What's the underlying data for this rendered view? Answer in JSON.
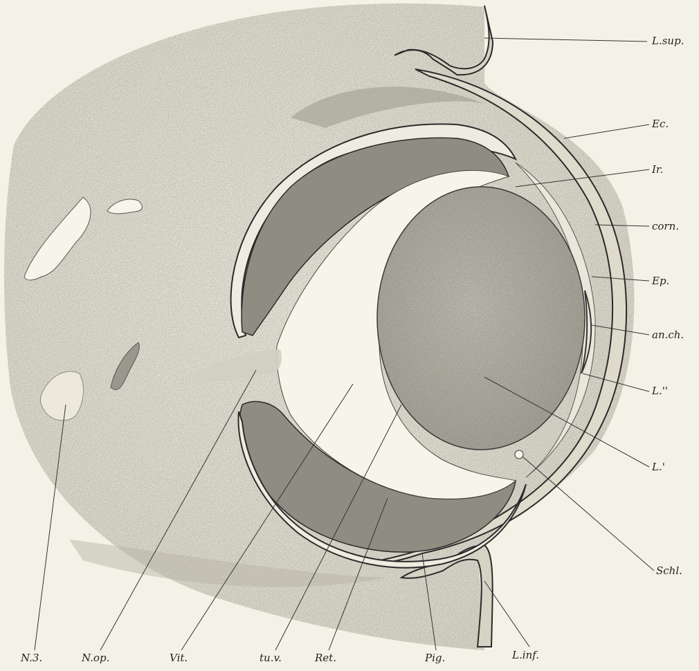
{
  "figure": {
    "labels": {
      "l_sup": "L.sup.",
      "ec": "Ec.",
      "ir": "Ir.",
      "corn": "corn.",
      "ep": "Ep.",
      "an_ch": "an.ch.",
      "l2": "L.''",
      "l1": "L.'",
      "schl": "Schl.",
      "n3": "N.3.",
      "n_op": "N.op.",
      "vit": "Vit.",
      "tu_v": "tu.v.",
      "ret": "Ret.",
      "pig": "Pig.",
      "l_inf": "L.inf."
    }
  },
  "colors": {
    "paper": "#f4f2e6",
    "ink": "#2a2a2a",
    "tissue": "#cfcdbf",
    "retina": "#8f8d82",
    "lens": "#b0ada0",
    "vitreous": "#f7f5ea"
  }
}
